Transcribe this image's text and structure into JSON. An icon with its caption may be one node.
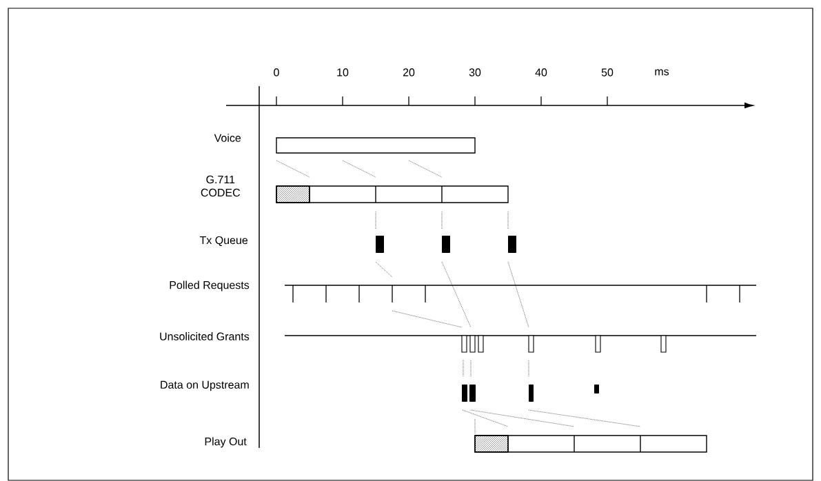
{
  "diagram": {
    "labels": [
      "0",
      "10",
      "20",
      "30",
      "40",
      "50",
      "ms",
      "Voice",
      "G.711 CODEC",
      "Tx Queue",
      "Polled Requests",
      "Unsolicited Grants",
      "Data on Upstream",
      "Play Out"
    ]
  }
}
